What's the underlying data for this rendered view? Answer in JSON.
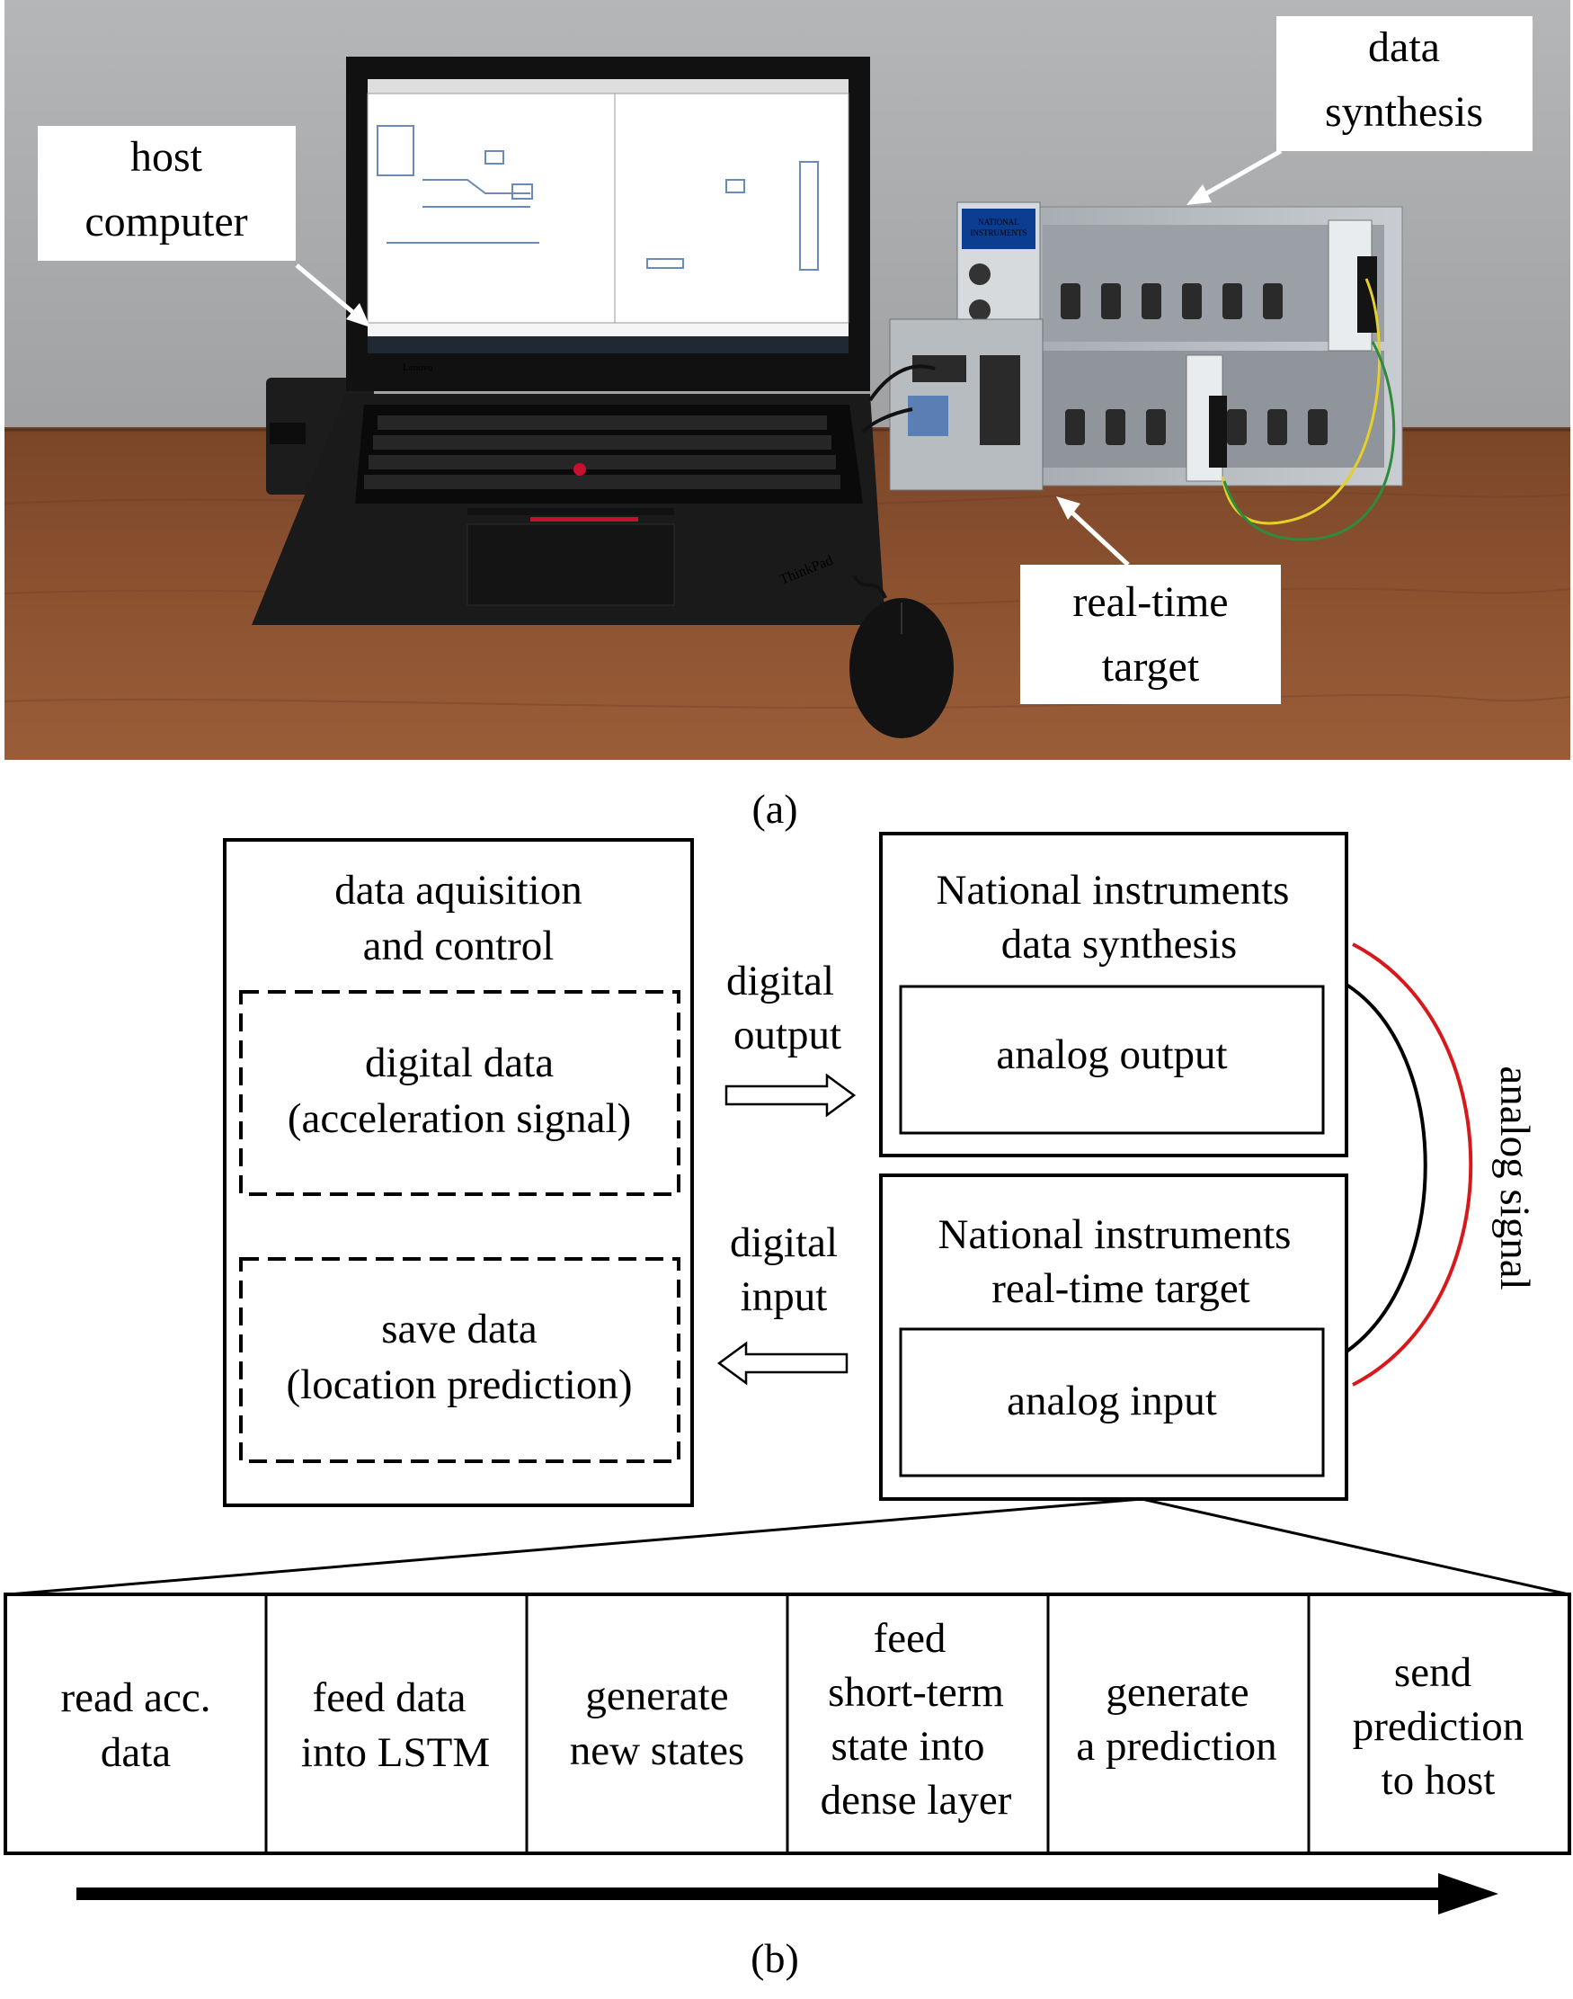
{
  "panel_a": {
    "caption": "(a)",
    "callouts": {
      "host": [
        "host",
        "computer"
      ],
      "synthesis": [
        "data",
        "synthesis"
      ],
      "target": [
        "real-time",
        "target"
      ]
    },
    "laptop": {
      "brand": "Lenovo",
      "keyboard_brand": "ThinkPad"
    },
    "ni_module": [
      "NATIONAL",
      "INSTRUMENTS"
    ]
  },
  "panel_b": {
    "caption": "(b)",
    "host_box": {
      "title": [
        "data aquisition",
        "and control"
      ],
      "sub1": [
        "digital data",
        "(acceleration signal)"
      ],
      "sub2": [
        "save data",
        "(location prediction)"
      ]
    },
    "digital_output": [
      "digital",
      "output"
    ],
    "digital_input": [
      "digital",
      "input"
    ],
    "synthesis_box": {
      "title": [
        "National instruments",
        "data synthesis"
      ],
      "inner": "analog output"
    },
    "target_box": {
      "title": [
        "National instruments",
        "real-time target"
      ],
      "inner": "analog input"
    },
    "analog_signal": "analog signal",
    "steps": [
      [
        "read acc.",
        "data"
      ],
      [
        "feed data",
        "into LSTM"
      ],
      [
        "generate",
        "new states"
      ],
      [
        "feed",
        "short-term",
        "state into",
        "dense layer"
      ],
      [
        "generate",
        "a prediction"
      ],
      [
        "send",
        "prediction",
        "to host"
      ]
    ],
    "colors": {
      "wire_red": "#d7191c",
      "wire_black": "#000000"
    }
  }
}
